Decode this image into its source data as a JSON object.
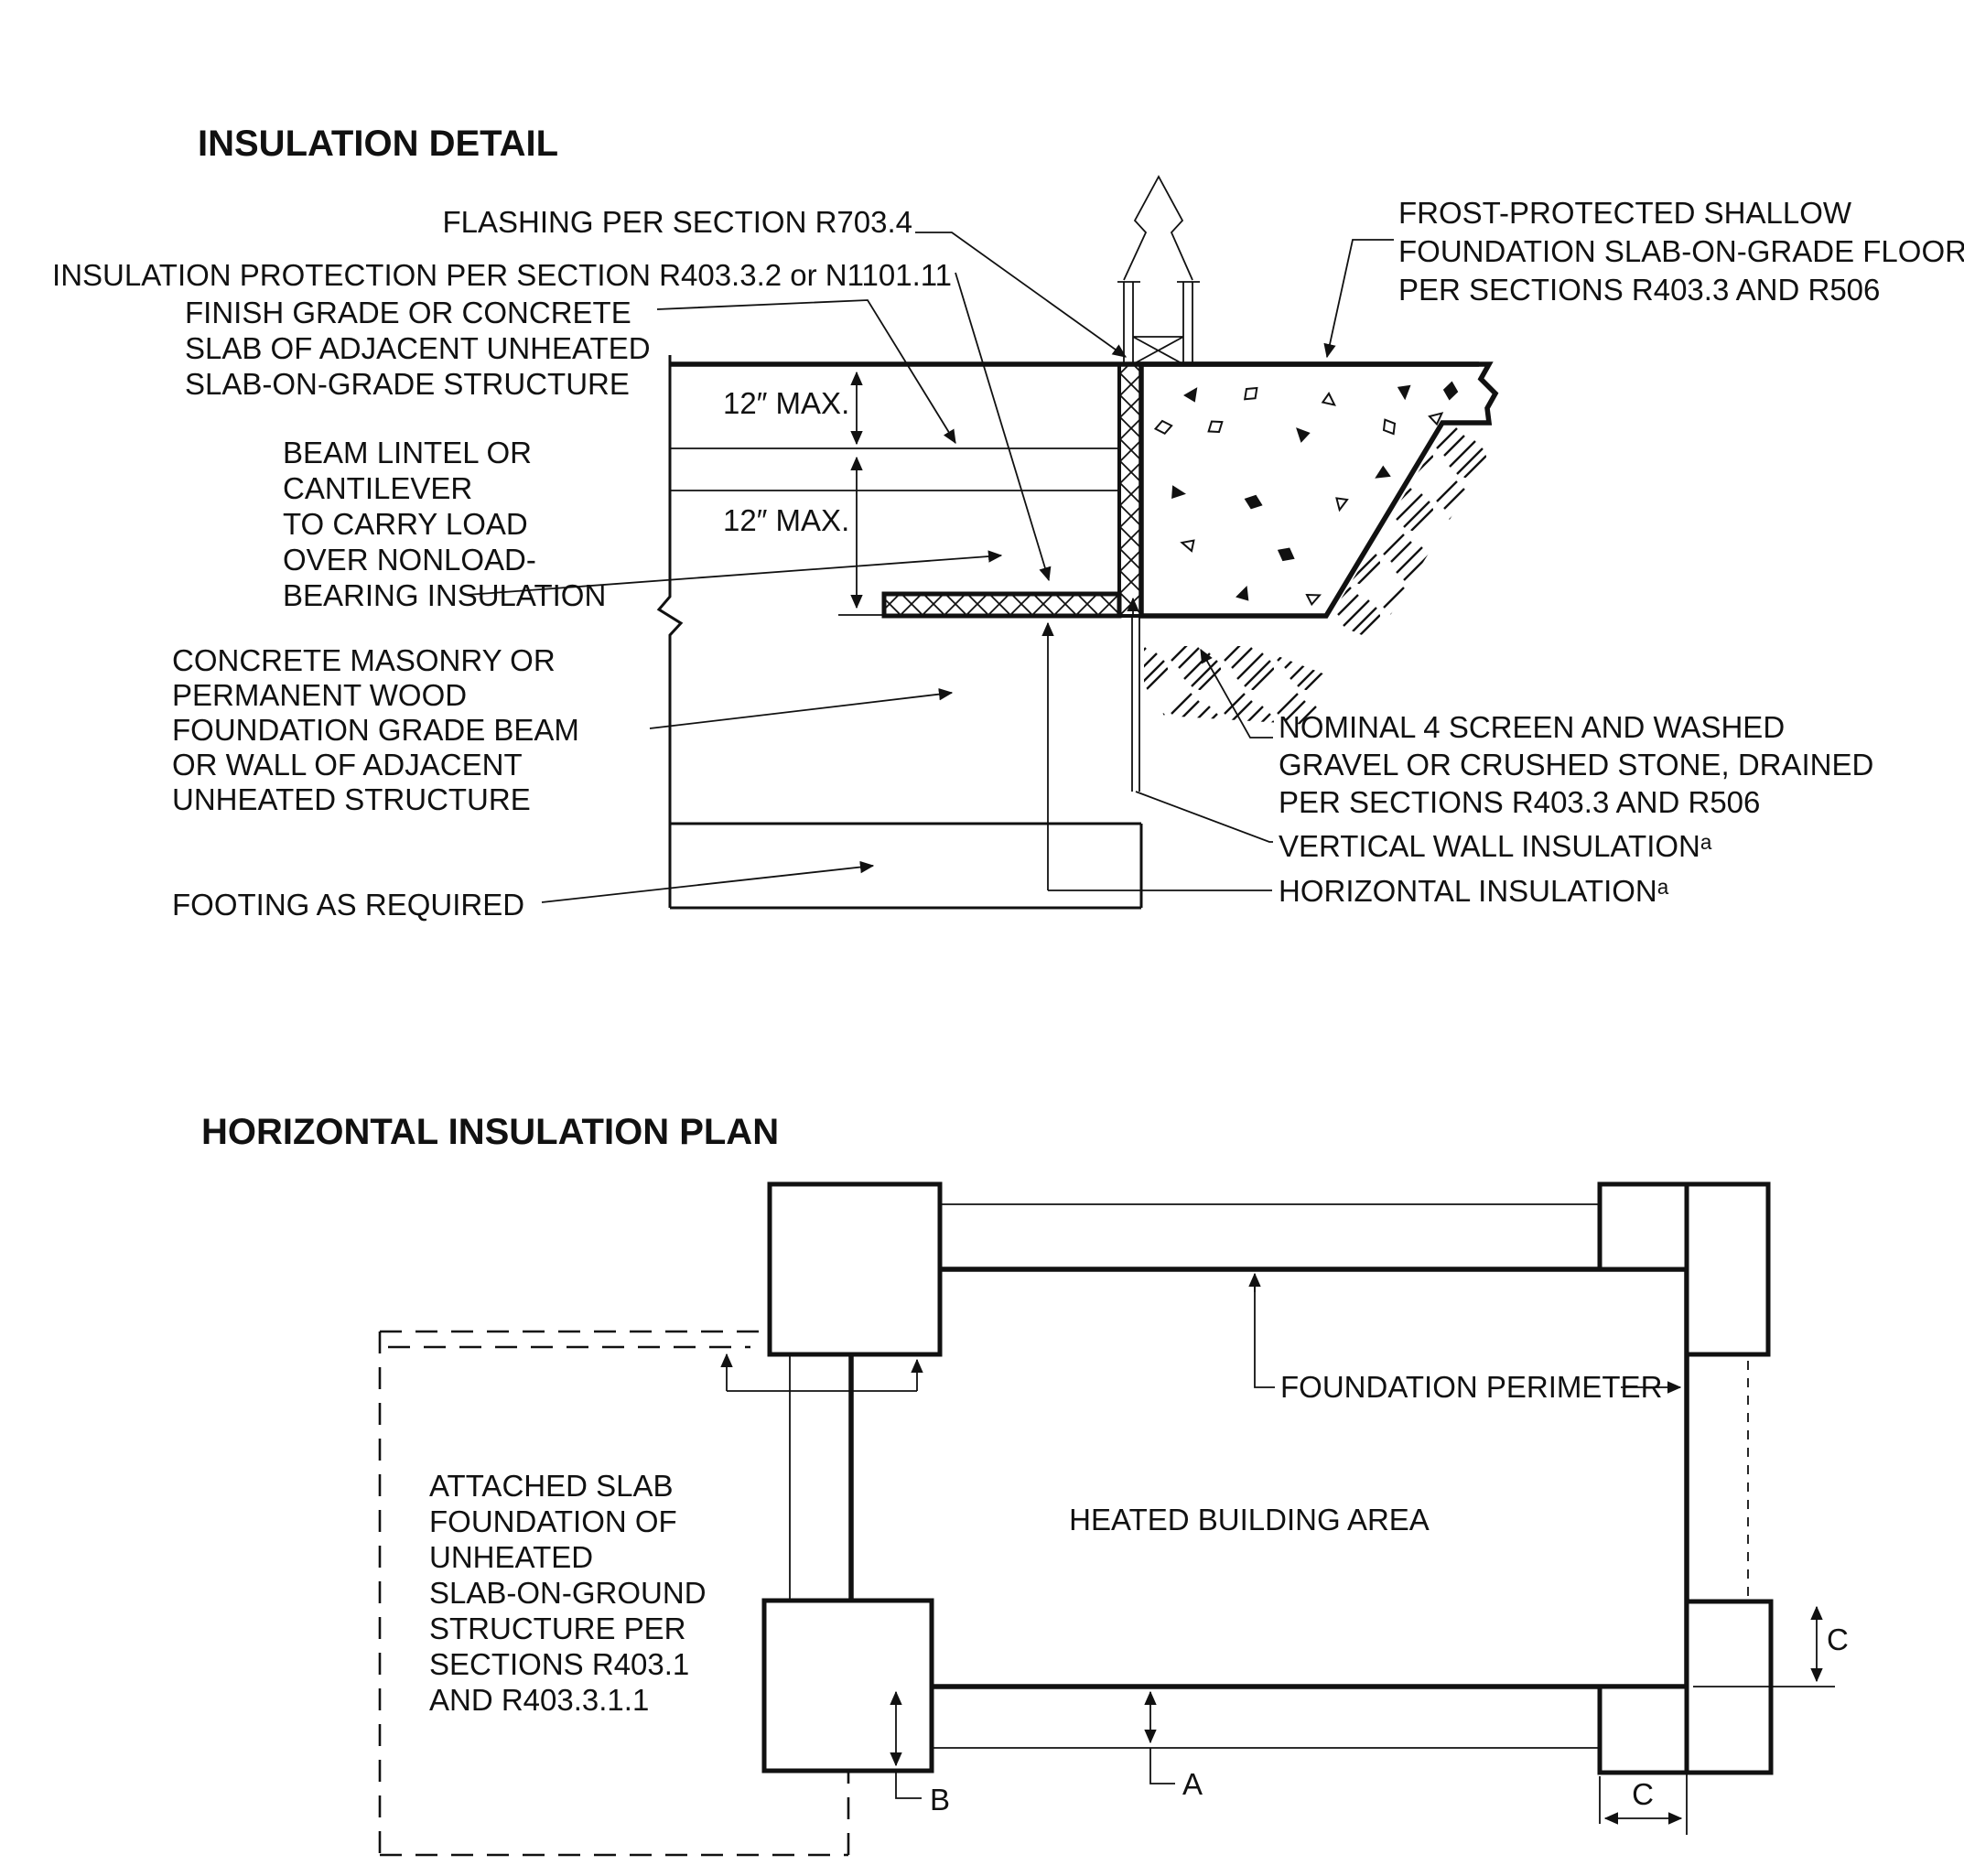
{
  "titles": {
    "detail": "INSULATION DETAIL",
    "plan": "HORIZONTAL INSULATION PLAN"
  },
  "detail_labels": {
    "flashing": "FLASHING PER SECTION R703.4",
    "insulation_protection": "INSULATION PROTECTION PER SECTION R403.3.2 or N1101.11",
    "finish_grade": [
      "FINISH GRADE OR CONCRETE",
      "SLAB OF ADJACENT UNHEATED",
      "SLAB-ON-GRADE STRUCTURE"
    ],
    "max_12_upper": "12″ MAX.",
    "max_12_lower": "12″ MAX.",
    "beam_lintel": [
      "BEAM LINTEL OR",
      "CANTILEVER",
      "TO CARRY LOAD",
      "OVER NONLOAD-",
      "BEARING INSULATION"
    ],
    "concrete_masonry": [
      "CONCRETE MASONRY OR",
      "PERMANENT WOOD",
      "FOUNDATION GRADE BEAM",
      "OR WALL OF ADJACENT",
      "UNHEATED STRUCTURE"
    ],
    "footing": "FOOTING AS REQUIRED",
    "frost_protected": [
      "FROST-PROTECTED SHALLOW",
      "FOUNDATION SLAB-ON-GRADE FLOOR",
      "PER SECTIONS R403.3 AND R506"
    ],
    "gravel": [
      "NOMINAL 4 SCREEN AND WASHED",
      "GRAVEL OR CRUSHED STONE, DRAINED",
      "PER SECTIONS R403.3 AND R506"
    ],
    "vertical_wall_insulation": "VERTICAL WALL INSULATIONᵃ",
    "horizontal_insulation": "HORIZONTAL INSULATIONᵃ"
  },
  "plan_labels": {
    "attached_slab": [
      "ATTACHED SLAB",
      "FOUNDATION OF",
      "UNHEATED",
      "SLAB-ON-GROUND",
      "STRUCTURE PER",
      "SECTIONS R403.1",
      "AND R403.3.1.1"
    ],
    "foundation_perimeter": "FOUNDATION PERIMETER",
    "heated_building_area": "HEATED BUILDING AREA",
    "dim_a": "A",
    "dim_b": "B",
    "dim_c_vertical": "C",
    "dim_c_horizontal": "C"
  },
  "colors": {
    "line": "#111111",
    "background": "#ffffff"
  }
}
